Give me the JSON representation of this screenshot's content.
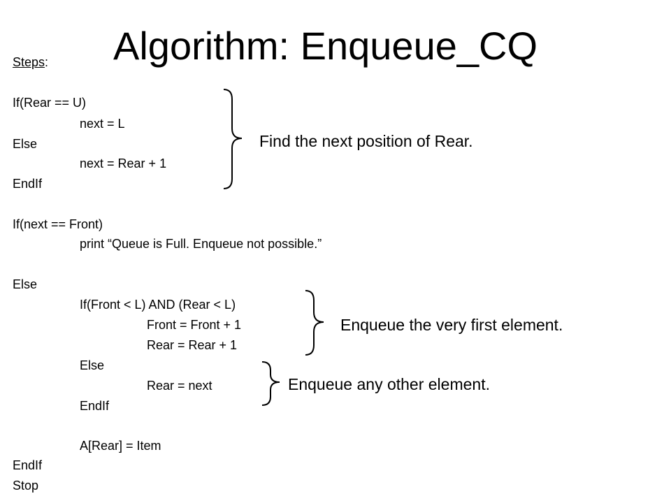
{
  "title": "Algorithm: Enqueue_CQ",
  "steps_label": "Steps",
  "steps_colon": ":",
  "code": [
    "If(Rear == U)",
    "next = L",
    "Else",
    "next = Rear + 1",
    "EndIf",
    "If(next == Front)",
    "print “Queue is Full. Enqueue not possible.”",
    "Else",
    "If(Front < L) AND (Rear < L)",
    "Front = Front + 1",
    "Rear = Rear + 1",
    "Else",
    "Rear = next",
    "EndIf",
    "A[Rear] = Item",
    "EndIf",
    "Stop"
  ],
  "annotations": {
    "next_position": "Find the next position of Rear.",
    "first_element": "Enqueue the very first element.",
    "other_element": "Enqueue any other element."
  },
  "colors": {
    "text": "#000000",
    "background": "#ffffff"
  }
}
